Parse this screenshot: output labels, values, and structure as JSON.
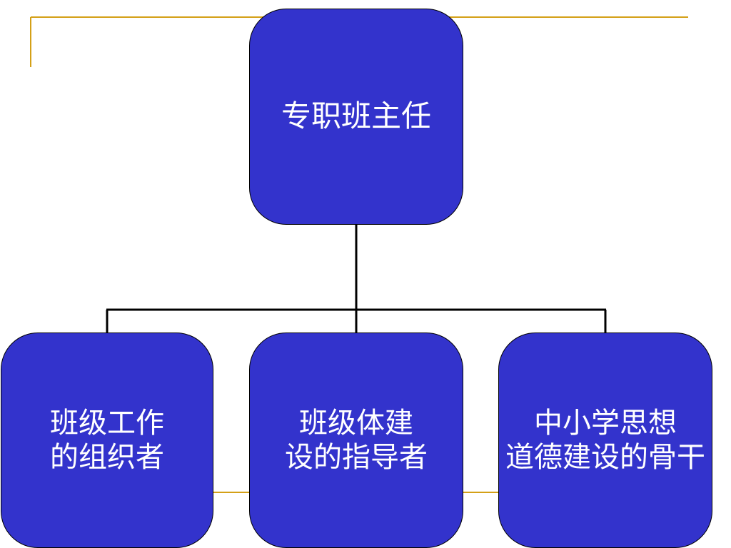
{
  "colors": {
    "node_fill": "#3333cc",
    "node_border": "#000000",
    "node_text": "#ffffff",
    "connector": "#000000",
    "accent_line": "#d4a017"
  },
  "diagram": {
    "root": {
      "label": "专职班主任"
    },
    "children": [
      {
        "label": "班级工作\n的组织者"
      },
      {
        "label": "班级体建\n设的指导者"
      },
      {
        "label": "中小学思想\n道德建设的骨干"
      }
    ]
  }
}
